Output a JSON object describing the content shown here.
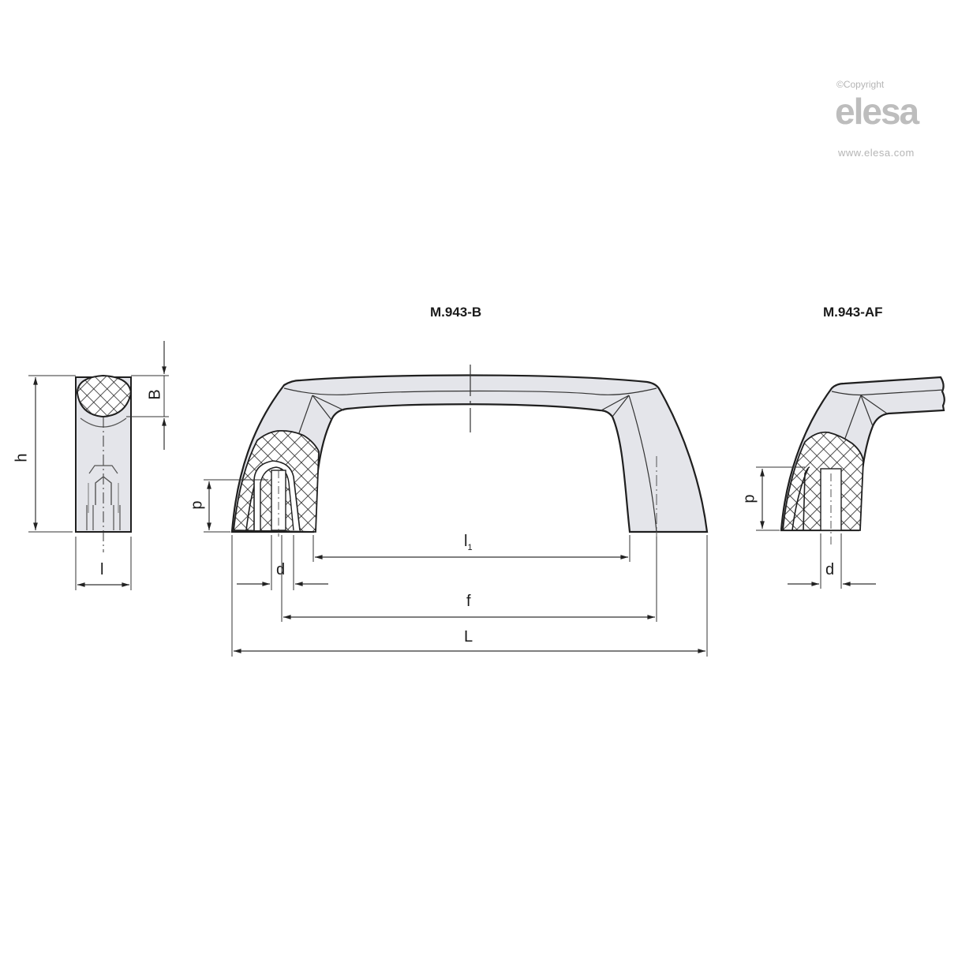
{
  "watermark": {
    "copyright": "©Copyright",
    "brand": "elesa",
    "url": "www.elesa.com"
  },
  "views": {
    "side": {
      "dimensions": {
        "height": "h",
        "width": "l",
        "section": "B"
      }
    },
    "main": {
      "title": "M.943-B",
      "dimensions": {
        "depth": "p",
        "diameter": "d",
        "inner_length": "l",
        "inner_length_sub": "1",
        "center_distance": "f",
        "overall_length": "L"
      }
    },
    "variant": {
      "title": "M.943-AF",
      "dimensions": {
        "depth": "p",
        "diameter": "d"
      }
    }
  },
  "colors": {
    "line": "#1f1f1f",
    "fill": "#e4e5ea",
    "dim_line": "#333333",
    "watermark": "#bdbdbd"
  }
}
